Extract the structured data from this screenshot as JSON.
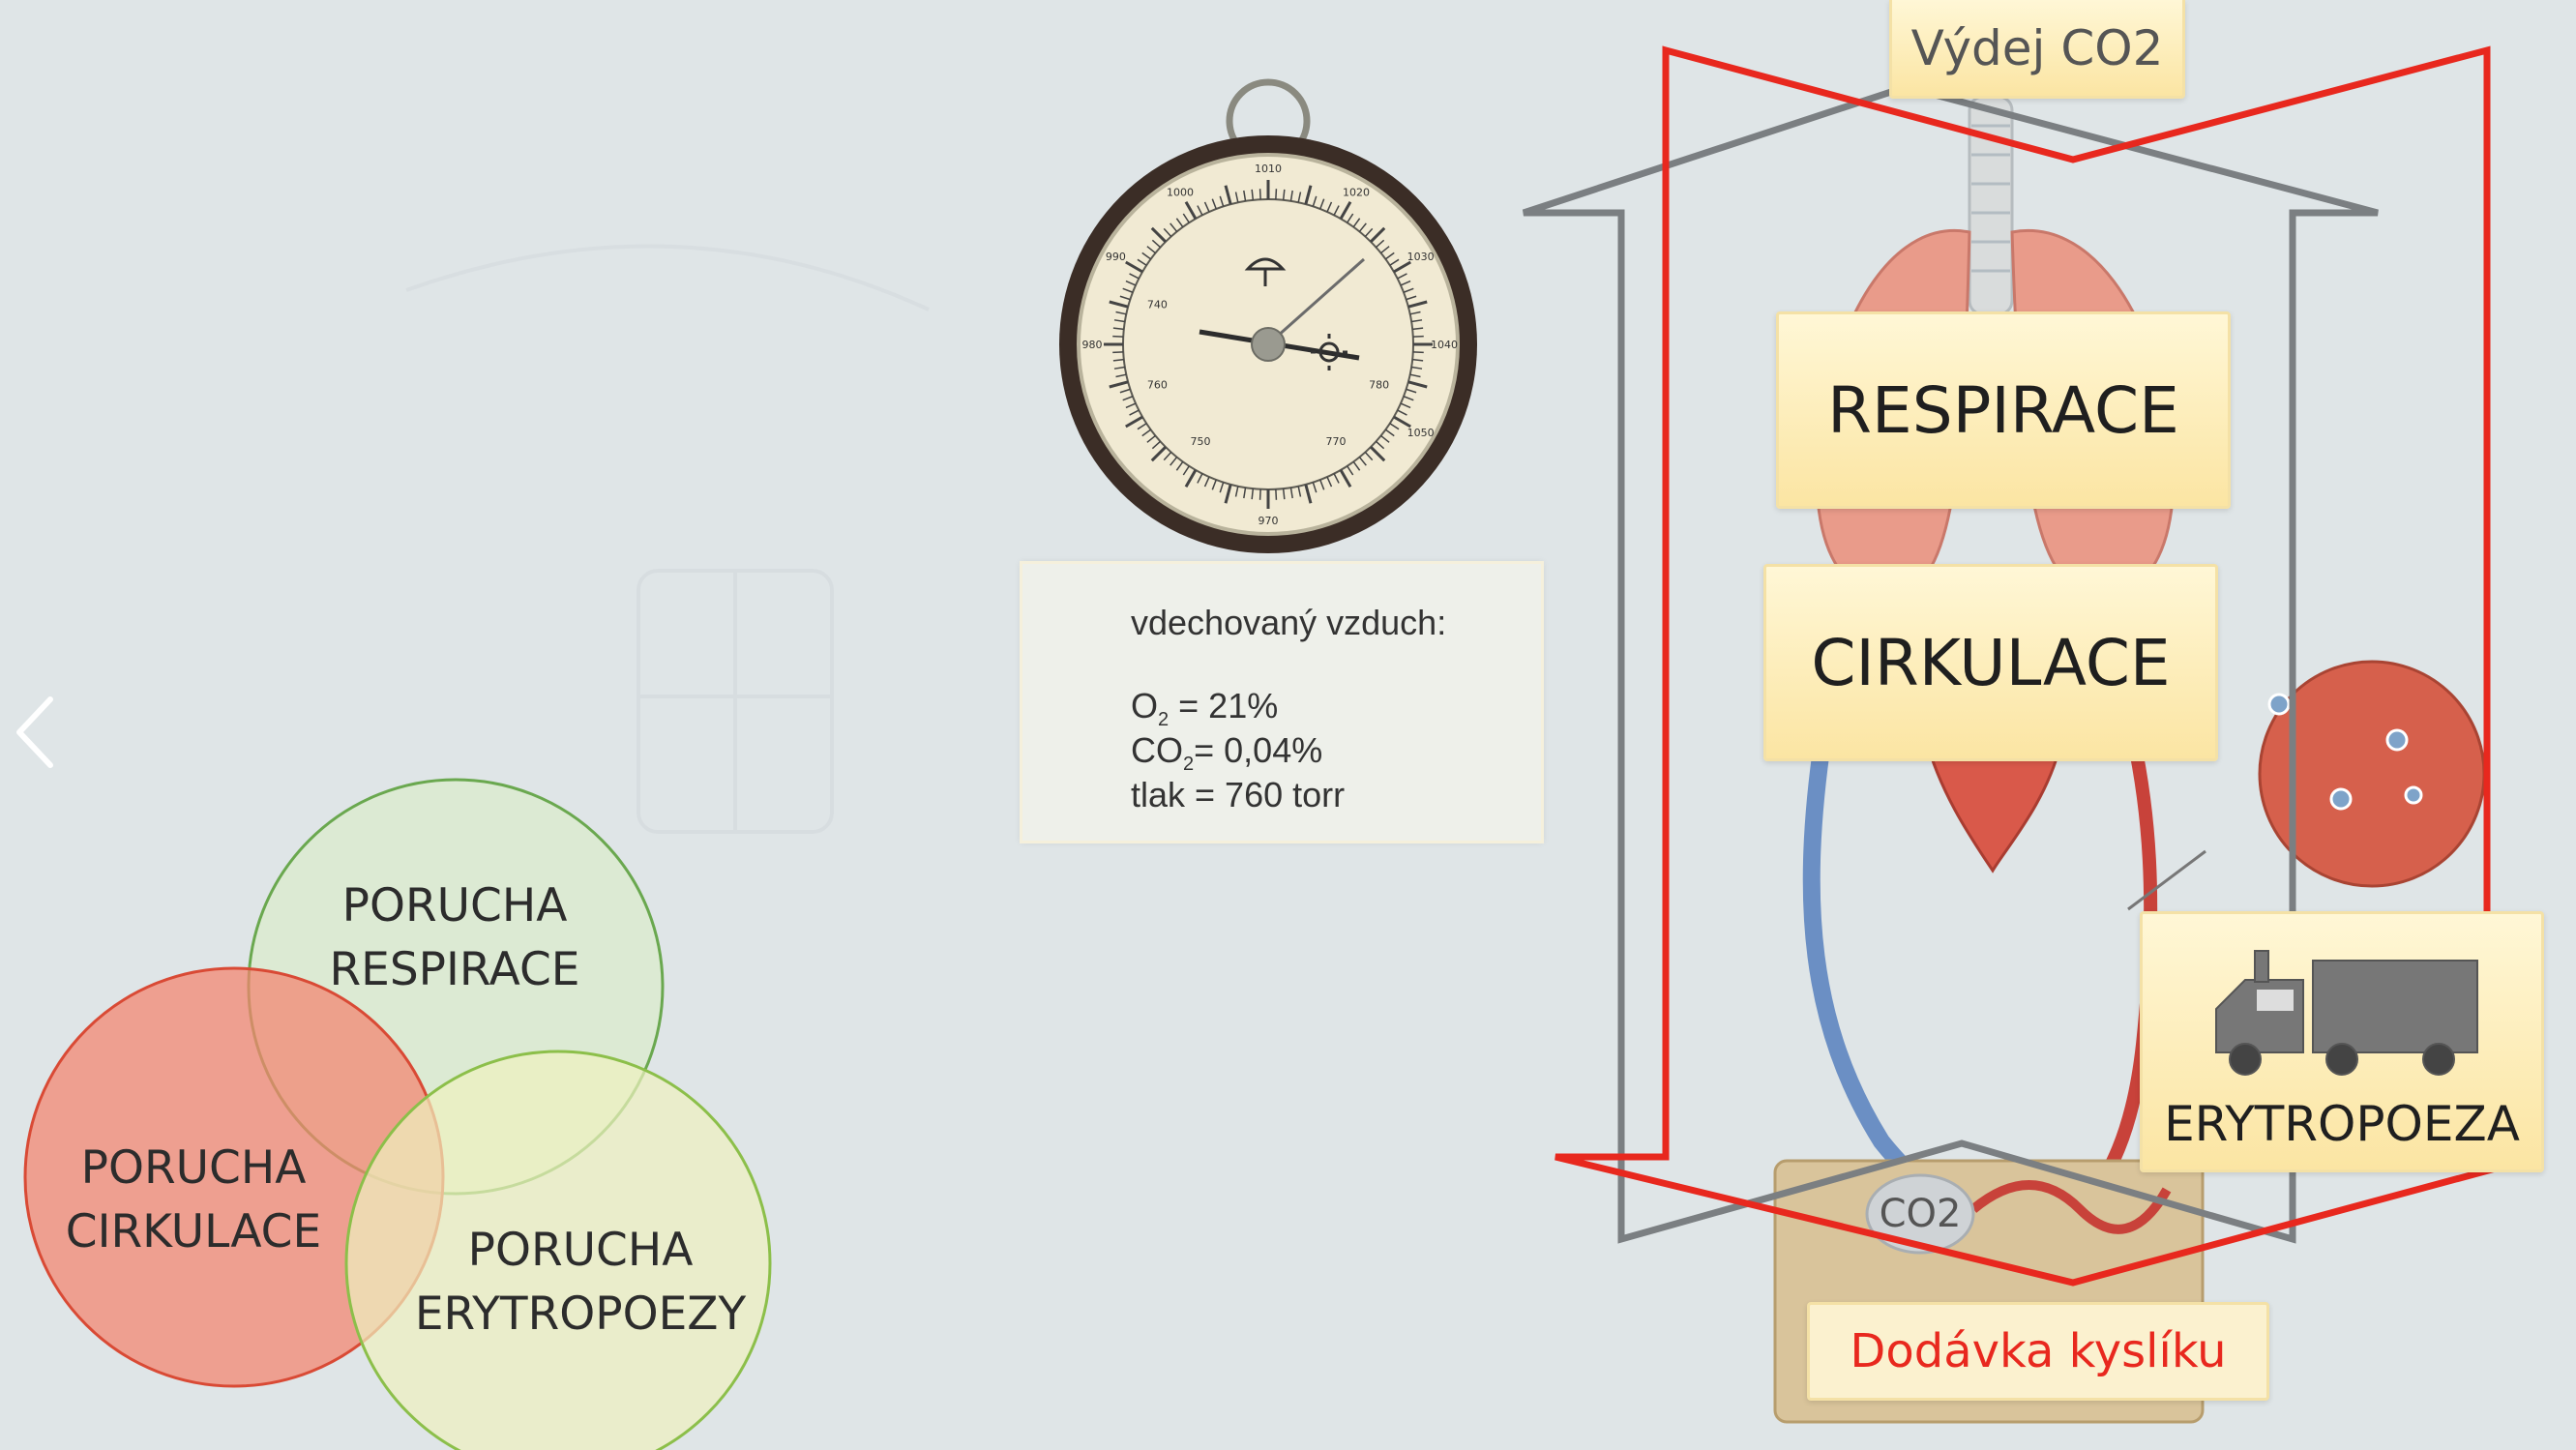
{
  "venn": {
    "respirace": [
      "PORUCHA",
      "RESPIRACE"
    ],
    "cirkulace": [
      "PORUCHA",
      "CIRKULACE"
    ],
    "erytropoezy": [
      "PORUCHA",
      "ERYTROPOEZY"
    ]
  },
  "barometer": {
    "scale_labels": [
      "1010",
      "1000",
      "1020",
      "990",
      "1030",
      "980",
      "1040",
      "970",
      "1050",
      "760",
      "750",
      "740",
      "770",
      "780"
    ]
  },
  "info": {
    "title": "vdechovaný vzduch:",
    "o2_label": "O",
    "o2_sub": "2",
    "o2_value": " = 21%",
    "co2_label": "CO",
    "co2_sub": "2",
    "co2_value": "= 0,04%",
    "pressure": "tlak = 760 torr"
  },
  "diagram": {
    "vydej": "Výdej CO2",
    "respirace": "RESPIRACE",
    "cirkulace": "CIRKULACE",
    "erytropoeza": "ERYTROPOEZA",
    "dodavka": "Dodávka kyslíku",
    "co2_bubble": "CO2"
  },
  "colors": {
    "red_outline": "#e8281e",
    "gray_outline": "#7b7f82",
    "label_fill": "#fbe5a3",
    "circle_red": "#f08a7e",
    "circle_green": "#dbebcf",
    "circle_yellow": "#eef0c0"
  }
}
